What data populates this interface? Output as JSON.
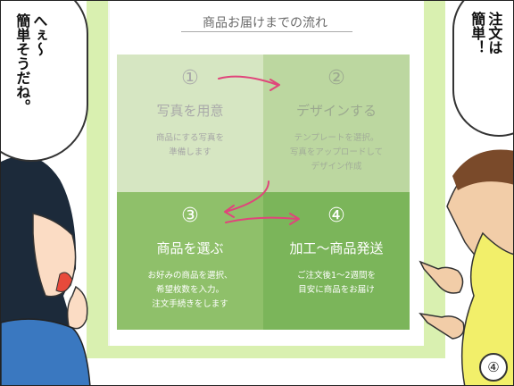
{
  "board": {
    "title": "商品お届けまでの流れ",
    "steps": [
      {
        "num": "①",
        "heading": "写真を用意",
        "description": "商品にする写真を\n準備します"
      },
      {
        "num": "②",
        "heading": "デザインする",
        "description": "テンプレートを選択。\n写真をアップロードして\nデザイン作成"
      },
      {
        "num": "③",
        "heading": "商品を選ぶ",
        "description": "お好みの商品を選択、\n希望枚数を入力。\n注文手続きをします"
      },
      {
        "num": "④",
        "heading": "加工～商品発送",
        "description": "ご注文後1～2週間を\n目安に商品をお届け"
      }
    ]
  },
  "speech": {
    "left": "へぇ～\n簡単そうだね。",
    "right": "注文は\n簡単！"
  },
  "panel": {
    "number": "④"
  },
  "colors": {
    "wall": "#d9f0b0",
    "arrow": "#e0457b",
    "step1": "#d6e6c2",
    "step2": "#bcd7a0",
    "step3": "#8fc06a",
    "step4": "#7bb55a"
  }
}
